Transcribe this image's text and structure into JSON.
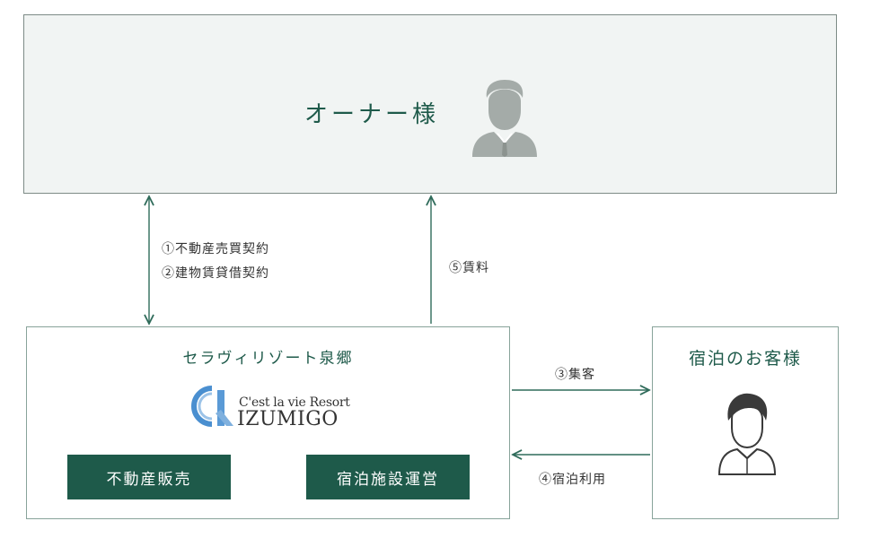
{
  "owner": {
    "title": "オーナー様"
  },
  "company": {
    "title": "セラヴィリゾート泉郷",
    "logo_line1": "C'est la vie Resort",
    "logo_line2": "IZUMIGO",
    "dept_sales": "不動産販売",
    "dept_ops": "宿泊施設運営"
  },
  "guest": {
    "title": "宿泊のお客様"
  },
  "flows": {
    "contract1": "①不動産売買契約",
    "contract2": "②建物賃貸借契約",
    "rent": "⑤賃料",
    "attract": "③集客",
    "usage": "④宿泊利用"
  },
  "colors": {
    "accent": "#1e5a4a",
    "line": "#2f6b5a",
    "owner_bg": "#f1f4f3",
    "avatar_gray": "#a4aba8",
    "avatar_dark": "#3a3a3a"
  }
}
